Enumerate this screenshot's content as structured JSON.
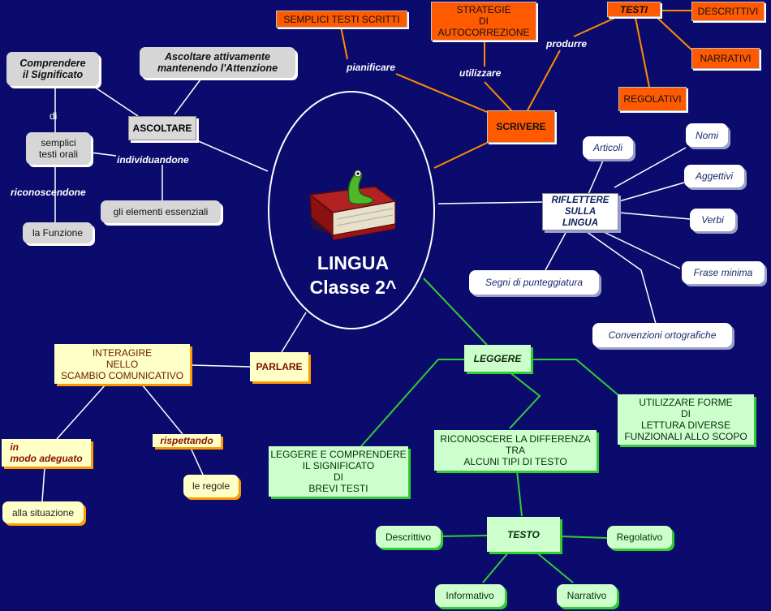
{
  "center": {
    "title": "LINGUA",
    "subtitle": "Classe 2^",
    "icon": "book-with-worm-icon"
  },
  "ascoltare": {
    "main": "ASCOLTARE",
    "comprendere": "Comprendere\nil Significato",
    "attivamente": "Ascoltare attivamente\nmantenendo l'Attenzione",
    "link_di": "di",
    "testi_orali": "semplici\ntesti orali",
    "link_individuandone": "individuandone",
    "elementi": "gli elementi essenziali",
    "link_riconoscendone": "riconoscendone",
    "funzione": "la Funzione"
  },
  "scrivere": {
    "main": "SCRIVERE",
    "semplici_testi": "SEMPLICI TESTI SCRITTI",
    "strategie": "STRATEGIE\nDI\nAUTOCORREZIONE",
    "testi": "TESTI",
    "descrittivi": "DESCRITTIVI",
    "narrativi": "NARRATIVI",
    "regolativi": "REGOLATIVI",
    "link_pianificare": "pianificare",
    "link_utilizzare": "utilizzare",
    "link_produrre": "produrre"
  },
  "riflettere": {
    "main": "RIFLETTERE\nSULLA\nLINGUA",
    "items": [
      "Articoli",
      "Nomi",
      "Aggettivi",
      "Verbi",
      "Frase minima",
      "Segni di punteggiatura",
      "Convenzioni ortografiche"
    ]
  },
  "parlare": {
    "main": "PARLARE",
    "interagire": "INTERAGIRE\nNELLO\nSCAMBIO COMUNICATIVO",
    "modo": "in\nmodo adeguato",
    "situazione": "alla situazione",
    "link_rispettando": "rispettando",
    "regole": "le regole"
  },
  "leggere": {
    "main": "LEGGERE",
    "comprendere": "LEGGERE E COMPRENDERE\nIL SIGNIFICATO\nDI\nBREVI TESTI",
    "riconoscere": "RICONOSCERE LA DIFFERENZA\nTRA\nALCUNI TIPI DI TESTO",
    "utilizzare": "UTILIZZARE FORME\nDI\nLETTURA DIVERSE\nFUNZIONALI ALLO SCOPO",
    "testo": "TESTO",
    "descrittivo": "Descrittivo",
    "regolativo": "Regolativo",
    "informativo": "Informativo",
    "narrativo": "Narrativo"
  },
  "colors": {
    "background": "#0b0b6e",
    "orange": "#ff5a00",
    "cream": "#ffffc8",
    "green": "#ccffcc",
    "green_line": "#33cc33",
    "grey": "#d6d6d6"
  }
}
